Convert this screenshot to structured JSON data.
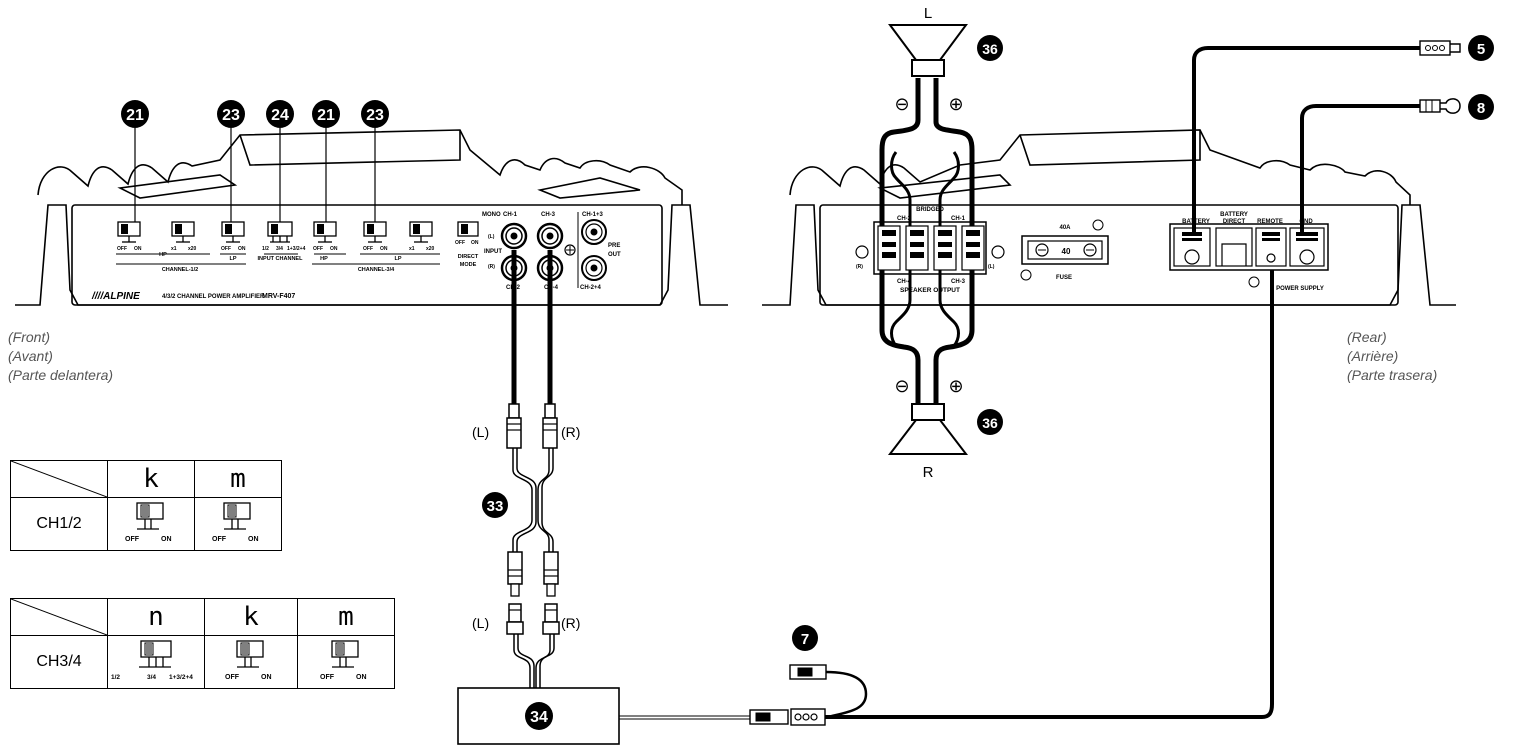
{
  "callouts": {
    "c21": "21",
    "c23": "23",
    "c24": "24",
    "c36": "36",
    "c5": "5",
    "c8": "8",
    "c33": "33",
    "c34": "34",
    "c7": "7"
  },
  "front_panel": {
    "switches": [
      {
        "on": "OFF",
        "off": "ON"
      },
      {
        "on": "x1",
        "off": "x20"
      },
      {
        "on": "OFF",
        "off": "ON"
      }
    ],
    "channel_12": "CHANNEL-1/2",
    "hp": "HP",
    "lp": "LP",
    "input_channel": "INPUT CHANNEL",
    "input_channel_opts": [
      "1/2",
      "3/4",
      "1+3/2+4"
    ],
    "channel_34": "CHANNEL-3/4",
    "direct": "DIRECT",
    "mode": "MODE",
    "mono": "MONO",
    "ch1": "CH-1",
    "ch3": "CH-3",
    "ch13": "CH-1+3",
    "ch24": "CH-2+4",
    "input": "INPUT",
    "l": "(L)",
    "r": "(R)",
    "pre": "PRE",
    "out": "OUT",
    "ch2": "CH-2",
    "ch4": "CH-4",
    "brand": "////ALPINE",
    "model_desc": "4/3/2 CHANNEL POWER AMPLIFIER",
    "model": "MRV-F407"
  },
  "rear_panel": {
    "bridged": "BRIDGED",
    "ch2": "CH-2",
    "ch1": "CH-1",
    "ch4": "CH-4",
    "ch3": "CH-3",
    "speaker_output": "SPEAKER OUTPUT",
    "r": "(R)",
    "l": "(L)",
    "fuse_rating": "40A",
    "fuse_value": "40",
    "fuse": "FUSE",
    "battery": "BATTERY",
    "battery_direct_1": "BATTERY",
    "battery_direct_2": "DIRECT",
    "remote": "REMOTE",
    "gnd": "GND",
    "power_supply": "POWER SUPPLY"
  },
  "speaker": {
    "top": "L",
    "bottom": "R",
    "minus": "⊖",
    "plus": "⊕"
  },
  "rca": {
    "l": "(L)",
    "r": "(R)"
  },
  "captions": {
    "front": [
      "(Front)",
      "(Avant)",
      "(Parte delantera)"
    ],
    "rear": [
      "(Rear)",
      "(Arrière)",
      "(Parte trasera)"
    ]
  },
  "table1": {
    "headers": [
      "k",
      "m"
    ],
    "row": "CH1/2",
    "switch_labels": [
      [
        "OFF",
        "ON"
      ],
      [
        "OFF",
        "ON"
      ]
    ]
  },
  "table2": {
    "headers": [
      "n",
      "k",
      "m"
    ],
    "row": "CH3/4",
    "switch3_labels": [
      "1/2",
      "3/4",
      "1+3/2+4"
    ],
    "switch_labels": [
      [
        "OFF",
        "ON"
      ],
      [
        "OFF",
        "ON"
      ]
    ]
  }
}
